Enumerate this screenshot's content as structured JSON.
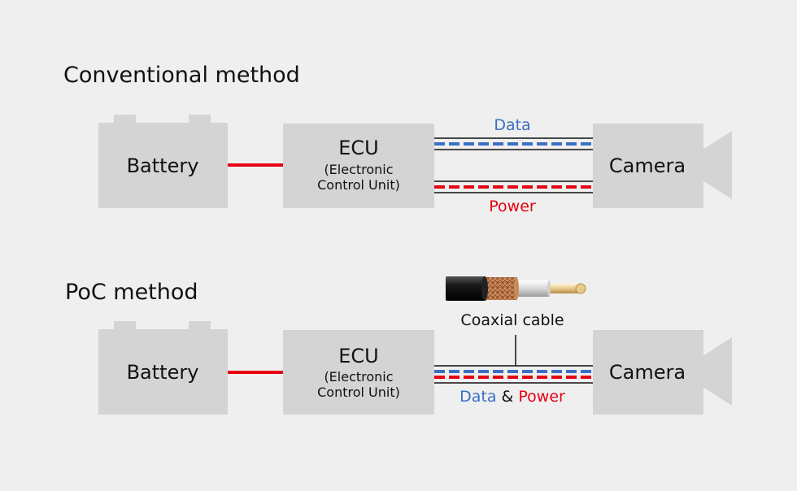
{
  "conventional": {
    "heading": "Conventional method",
    "battery_label": "Battery",
    "ecu_label": "ECU",
    "ecu_sub_line1": "(Electronic",
    "ecu_sub_line2": "Control Unit)",
    "camera_label": "Camera",
    "data_label": "Data",
    "power_label": "Power"
  },
  "poc": {
    "heading": "PoC method",
    "battery_label": "Battery",
    "ecu_label": "ECU",
    "ecu_sub_line1": "(Electronic",
    "ecu_sub_line2": "Control Unit)",
    "camera_label": "Camera",
    "cable_label": "Coaxial cable",
    "data_label": "Data",
    "amp_label": "&",
    "power_label": "Power"
  },
  "colors": {
    "background": "#efefef",
    "box": "#d4d4d4",
    "power": "#e60012",
    "data": "#3a6fc4",
    "line": "#111111"
  },
  "icons": {
    "battery": "battery-icon",
    "camera": "camera-icon",
    "cable": "coaxial-cable-icon"
  }
}
